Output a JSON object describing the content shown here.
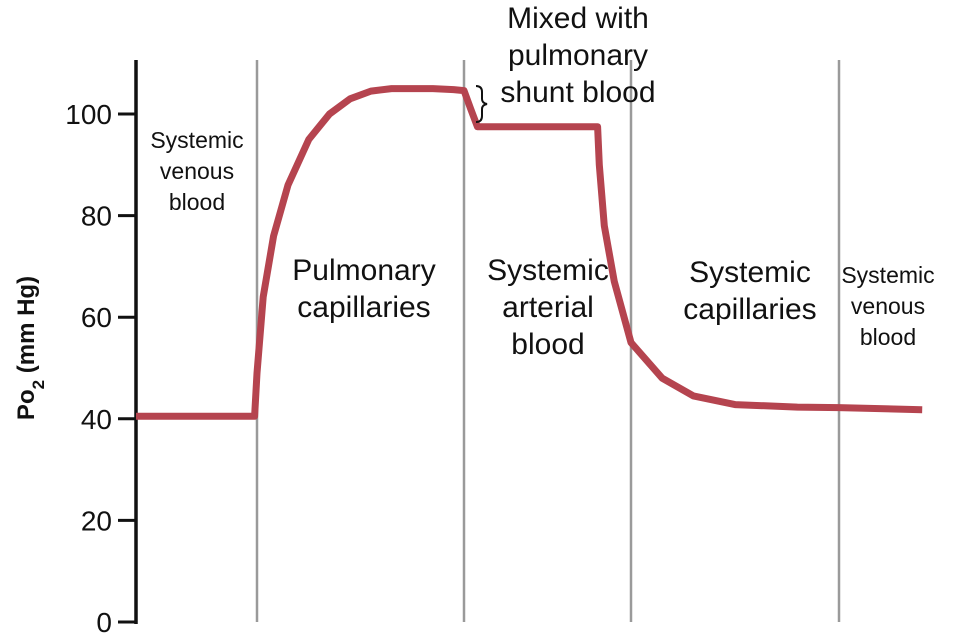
{
  "chart_data": {
    "type": "line",
    "title": "",
    "xlabel": "",
    "ylabel": "Po",
    "ylabel_subscript": "2",
    "ylabel_units": " (mm Hg)",
    "ylim": [
      0,
      100
    ],
    "y_ticks": [
      0,
      20,
      40,
      60,
      80,
      100
    ],
    "y_tick_labels": [
      "0",
      "20",
      "40",
      "60",
      "80",
      "100"
    ],
    "dividers": [
      1,
      2,
      3,
      4
    ],
    "regions": [
      {
        "lines": [
          "Systemic",
          "venous",
          "blood"
        ],
        "size": "small"
      },
      {
        "lines": [
          "Pulmonary",
          "capillaries"
        ],
        "size": "large"
      },
      {
        "lines": [
          "Systemic",
          "arterial",
          "blood"
        ],
        "size": "large"
      },
      {
        "lines": [
          "Systemic",
          "capillaries"
        ],
        "size": "large"
      },
      {
        "lines": [
          "Systemic",
          "venous",
          "blood"
        ],
        "size": "small"
      }
    ],
    "annotation": {
      "lines": [
        "Mixed with",
        "pulmonary",
        "shunt blood"
      ]
    },
    "series": [
      {
        "color": "#b5444f",
        "x": [
          0,
          0.55,
          0.98,
          1.0,
          1.03,
          1.08,
          1.15,
          1.25,
          1.35,
          1.45,
          1.55,
          1.65,
          1.75,
          1.85,
          1.95,
          2.0,
          2.04,
          2.08,
          2.8,
          2.81,
          2.84,
          2.9,
          3.0,
          3.15,
          3.3,
          3.5,
          3.8,
          4.0,
          4.4
        ],
        "y": [
          40.5,
          40.5,
          40.5,
          49,
          64,
          76,
          86,
          95,
          100,
          103,
          104.5,
          105,
          105,
          105,
          104.8,
          104.6,
          101,
          97.5,
          97.5,
          90,
          78,
          67,
          55,
          48,
          44.5,
          42.8,
          42.3,
          42.2,
          41.8
        ]
      }
    ]
  }
}
